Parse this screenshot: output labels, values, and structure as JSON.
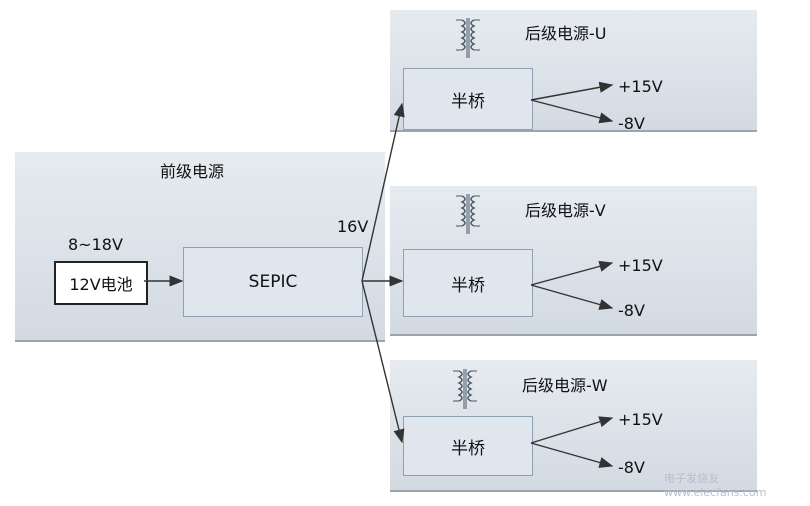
{
  "front_stage": {
    "title": "前级电源",
    "input_voltage": "8~18V",
    "battery_label": "12V电池",
    "converter_label": "SEPIC",
    "bus_voltage": "16V"
  },
  "rear_stages": [
    {
      "title": "后级电源-U",
      "bridge_label": "半桥",
      "out_pos": "+15V",
      "out_neg": "-8V"
    },
    {
      "title": "后级电源-V",
      "bridge_label": "半桥",
      "out_pos": "+15V",
      "out_neg": "-8V"
    },
    {
      "title": "后级电源-W",
      "bridge_label": "半桥",
      "out_pos": "+15V",
      "out_neg": "-8V"
    }
  ],
  "watermark": "电子发烧友 www.elecfans.com",
  "colors": {
    "panel": "#dde3ea",
    "box": "#dfe6ee",
    "line": "#333333"
  }
}
